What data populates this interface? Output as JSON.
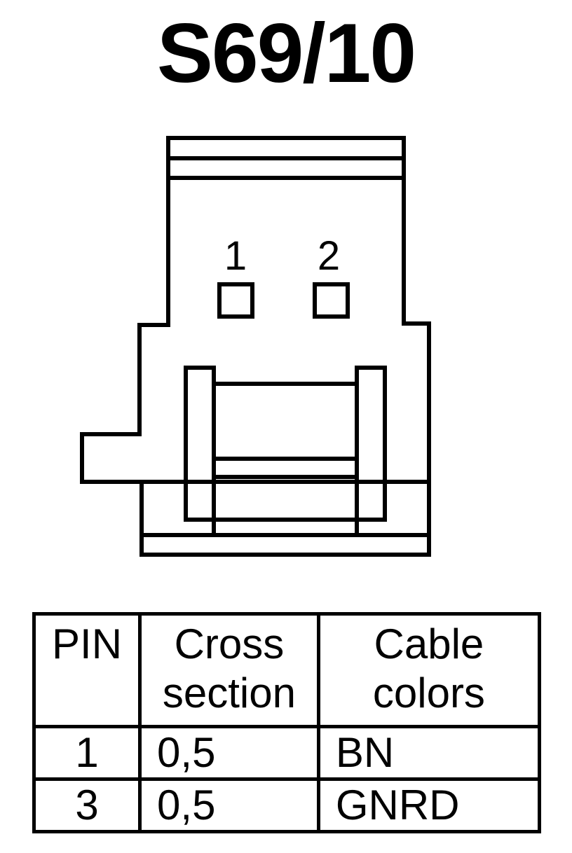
{
  "title": "S69/10",
  "connector": {
    "pin_labels": [
      "1",
      "2"
    ]
  },
  "pin_table": {
    "headers": {
      "pin": "PIN",
      "cross_section": [
        "Cross",
        "section"
      ],
      "cable_colors": [
        "Cable",
        "colors"
      ]
    },
    "rows": [
      {
        "pin": "1",
        "cross_section": "0,5",
        "cable_color": "BN"
      },
      {
        "pin": "3",
        "cross_section": "0,5",
        "cable_color": "GNRD"
      }
    ]
  }
}
